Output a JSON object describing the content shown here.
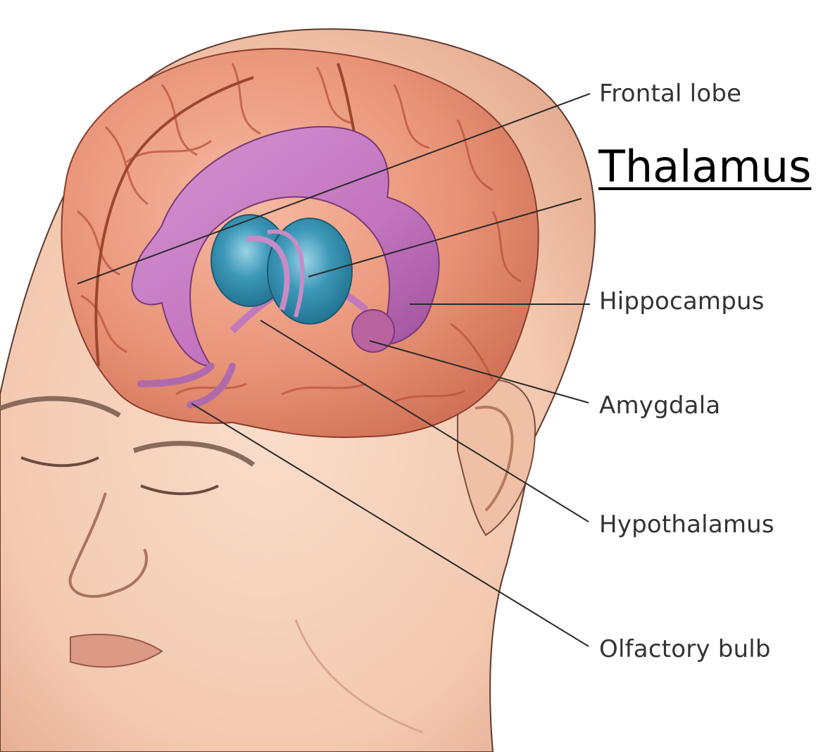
{
  "title": "Thalamus",
  "labels": {
    "frontal_lobe": "Frontal lobe",
    "hippocampus": "Hippocampus",
    "amygdala": "Amygdala",
    "hypothalamus": "Hypothalamus",
    "olfactory_bulb": "Olfactory bulb"
  },
  "colors": {
    "skin": "#f6d3bd",
    "skin_shadow": "#e5ae92",
    "brain": "#e89478",
    "brain_fold": "#c8614a",
    "limbic": "#c57ac0",
    "limbic_dark": "#9a4c96",
    "thalamus": "#3a93b3",
    "thalamus_light": "#7cc3da",
    "leader_line": "#2a2a2a",
    "title": "#000000"
  }
}
